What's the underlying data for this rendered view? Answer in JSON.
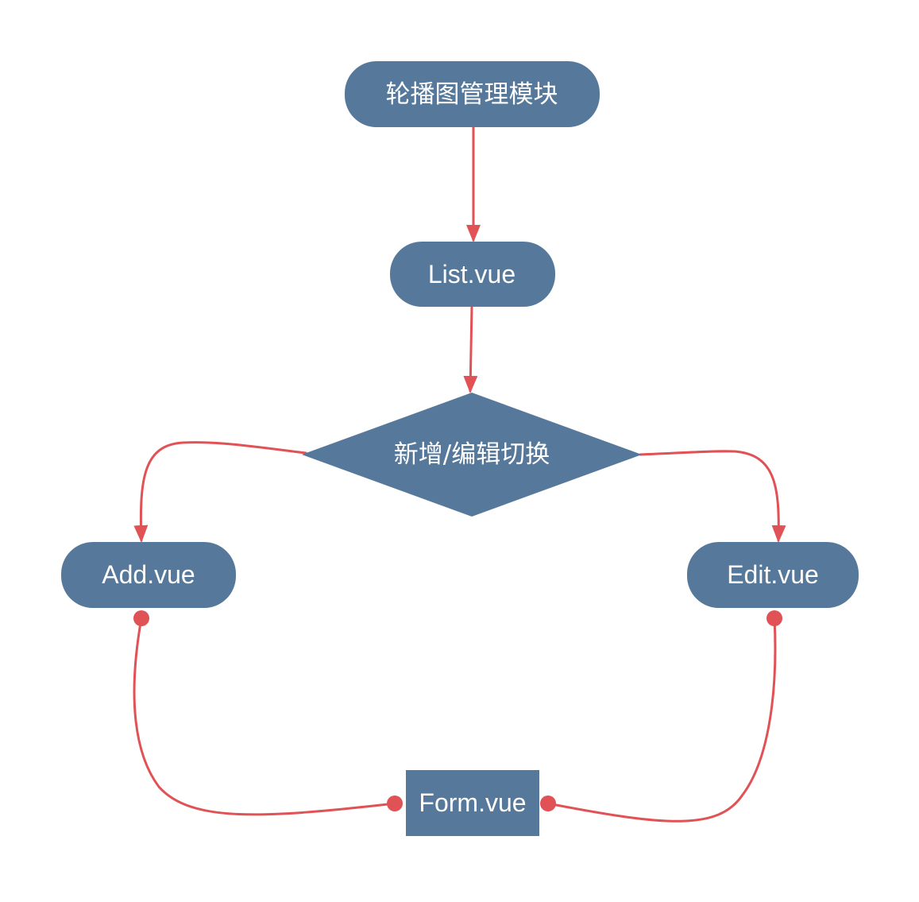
{
  "colors": {
    "node_fill": "#56789a",
    "edge": "#e05255",
    "text": "#ffffff",
    "background": "#ffffff"
  },
  "nodes": {
    "module": {
      "label": "轮播图管理模块",
      "shape": "rounded-rect"
    },
    "list": {
      "label": "List.vue",
      "shape": "rounded-rect"
    },
    "switch": {
      "label": "新增/编辑切换",
      "shape": "diamond"
    },
    "add": {
      "label": "Add.vue",
      "shape": "rounded-rect"
    },
    "edit": {
      "label": "Edit.vue",
      "shape": "rounded-rect"
    },
    "form": {
      "label": "Form.vue",
      "shape": "rect"
    }
  },
  "edges": [
    {
      "from": "module",
      "to": "list",
      "style": "arrow"
    },
    {
      "from": "list",
      "to": "switch",
      "style": "arrow"
    },
    {
      "from": "switch",
      "to": "add",
      "style": "arrow"
    },
    {
      "from": "switch",
      "to": "edit",
      "style": "arrow"
    },
    {
      "from": "add",
      "to": "form",
      "style": "dot-both-ends"
    },
    {
      "from": "edit",
      "to": "form",
      "style": "dot-both-ends"
    }
  ]
}
